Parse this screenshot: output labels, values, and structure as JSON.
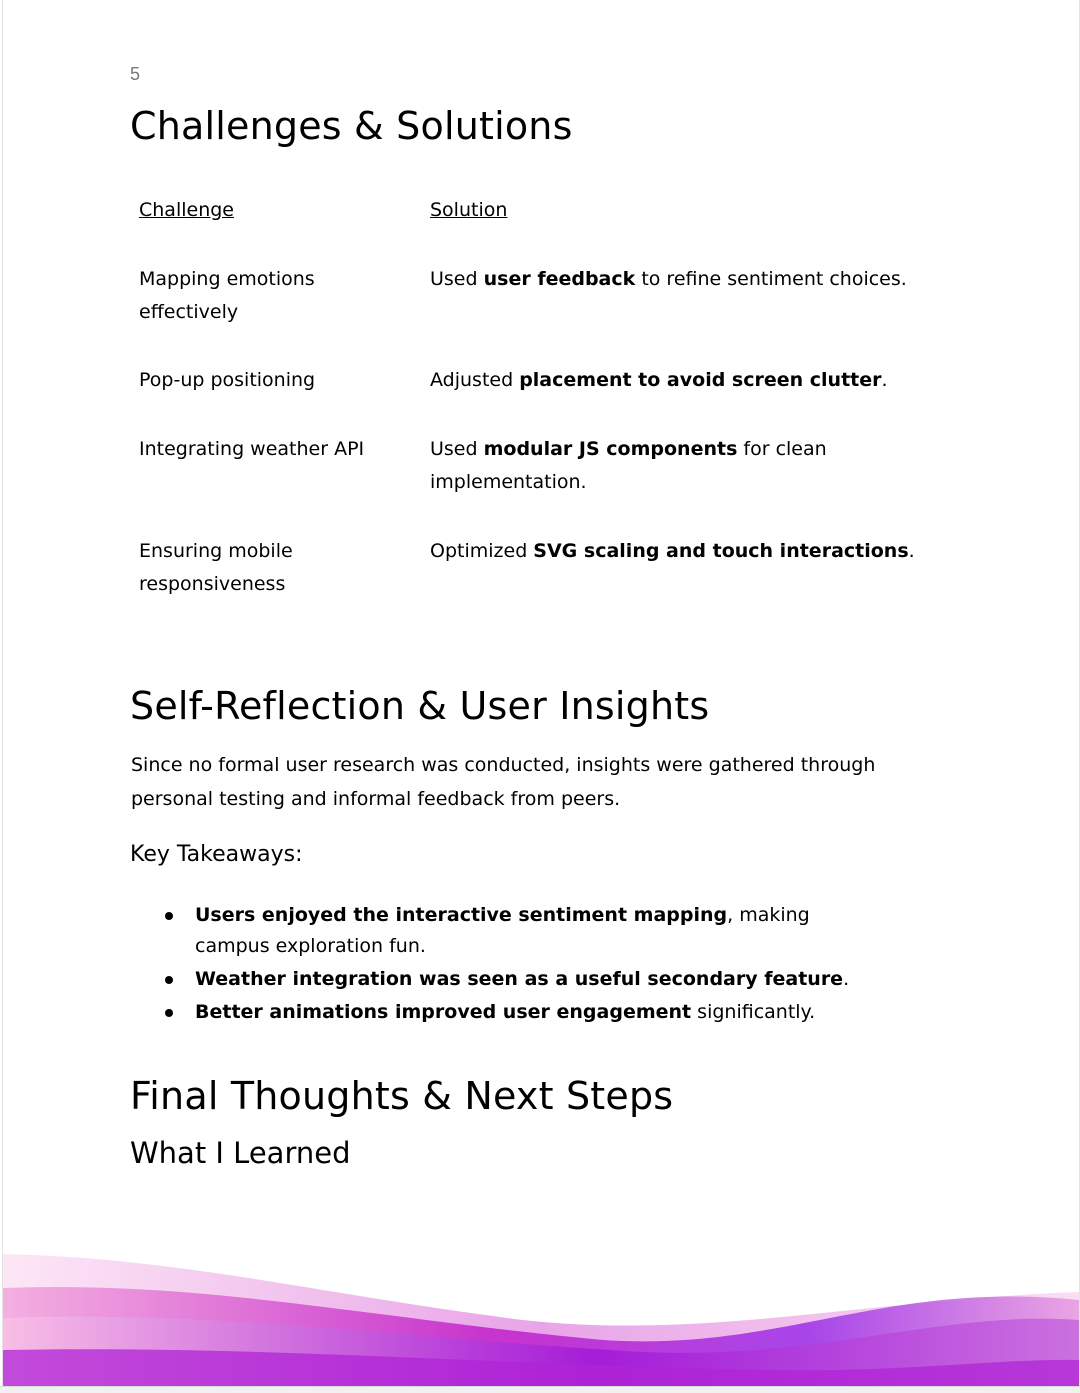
{
  "page_number": "5",
  "challenges": {
    "title": "Challenges & Solutions",
    "col_challenge": "Challenge",
    "col_solution": "Solution",
    "rows": [
      {
        "challenge": "Mapping emotions effectively",
        "solution_pre": "Used ",
        "solution_bold": "user feedback",
        "solution_post": " to refine sentiment choices."
      },
      {
        "challenge": "Pop-up positioning",
        "solution_pre": "Adjusted ",
        "solution_bold": "placement to avoid screen clutter",
        "solution_post": "."
      },
      {
        "challenge": "Integrating weather API",
        "solution_pre": "Used ",
        "solution_bold": "modular JS components",
        "solution_post": " for clean implementation."
      },
      {
        "challenge": "Ensuring mobile responsiveness",
        "solution_pre": "Optimized ",
        "solution_bold": "SVG scaling and touch interactions",
        "solution_post": "."
      }
    ]
  },
  "reflection": {
    "title": "Self-Reflection & User Insights",
    "paragraph": "Since no formal user research was conducted, insights were gathered through personal testing and informal feedback from peers.",
    "takeaways_label": "Key Takeaways:",
    "takeaways": [
      {
        "bold": "Users enjoyed the interactive sentiment mapping",
        "rest": ", making campus exploration fun."
      },
      {
        "bold": "Weather integration was seen as a useful secondary feature",
        "rest": "."
      },
      {
        "bold": "Better animations improved user engagement",
        "rest": " significantly."
      }
    ]
  },
  "final": {
    "title": "Final Thoughts & Next Steps",
    "subtitle": "What I Learned"
  },
  "colors": {
    "wave_pink": "#f4b6e0",
    "wave_magenta": "#c21fc9",
    "wave_purple": "#8a2be2"
  }
}
